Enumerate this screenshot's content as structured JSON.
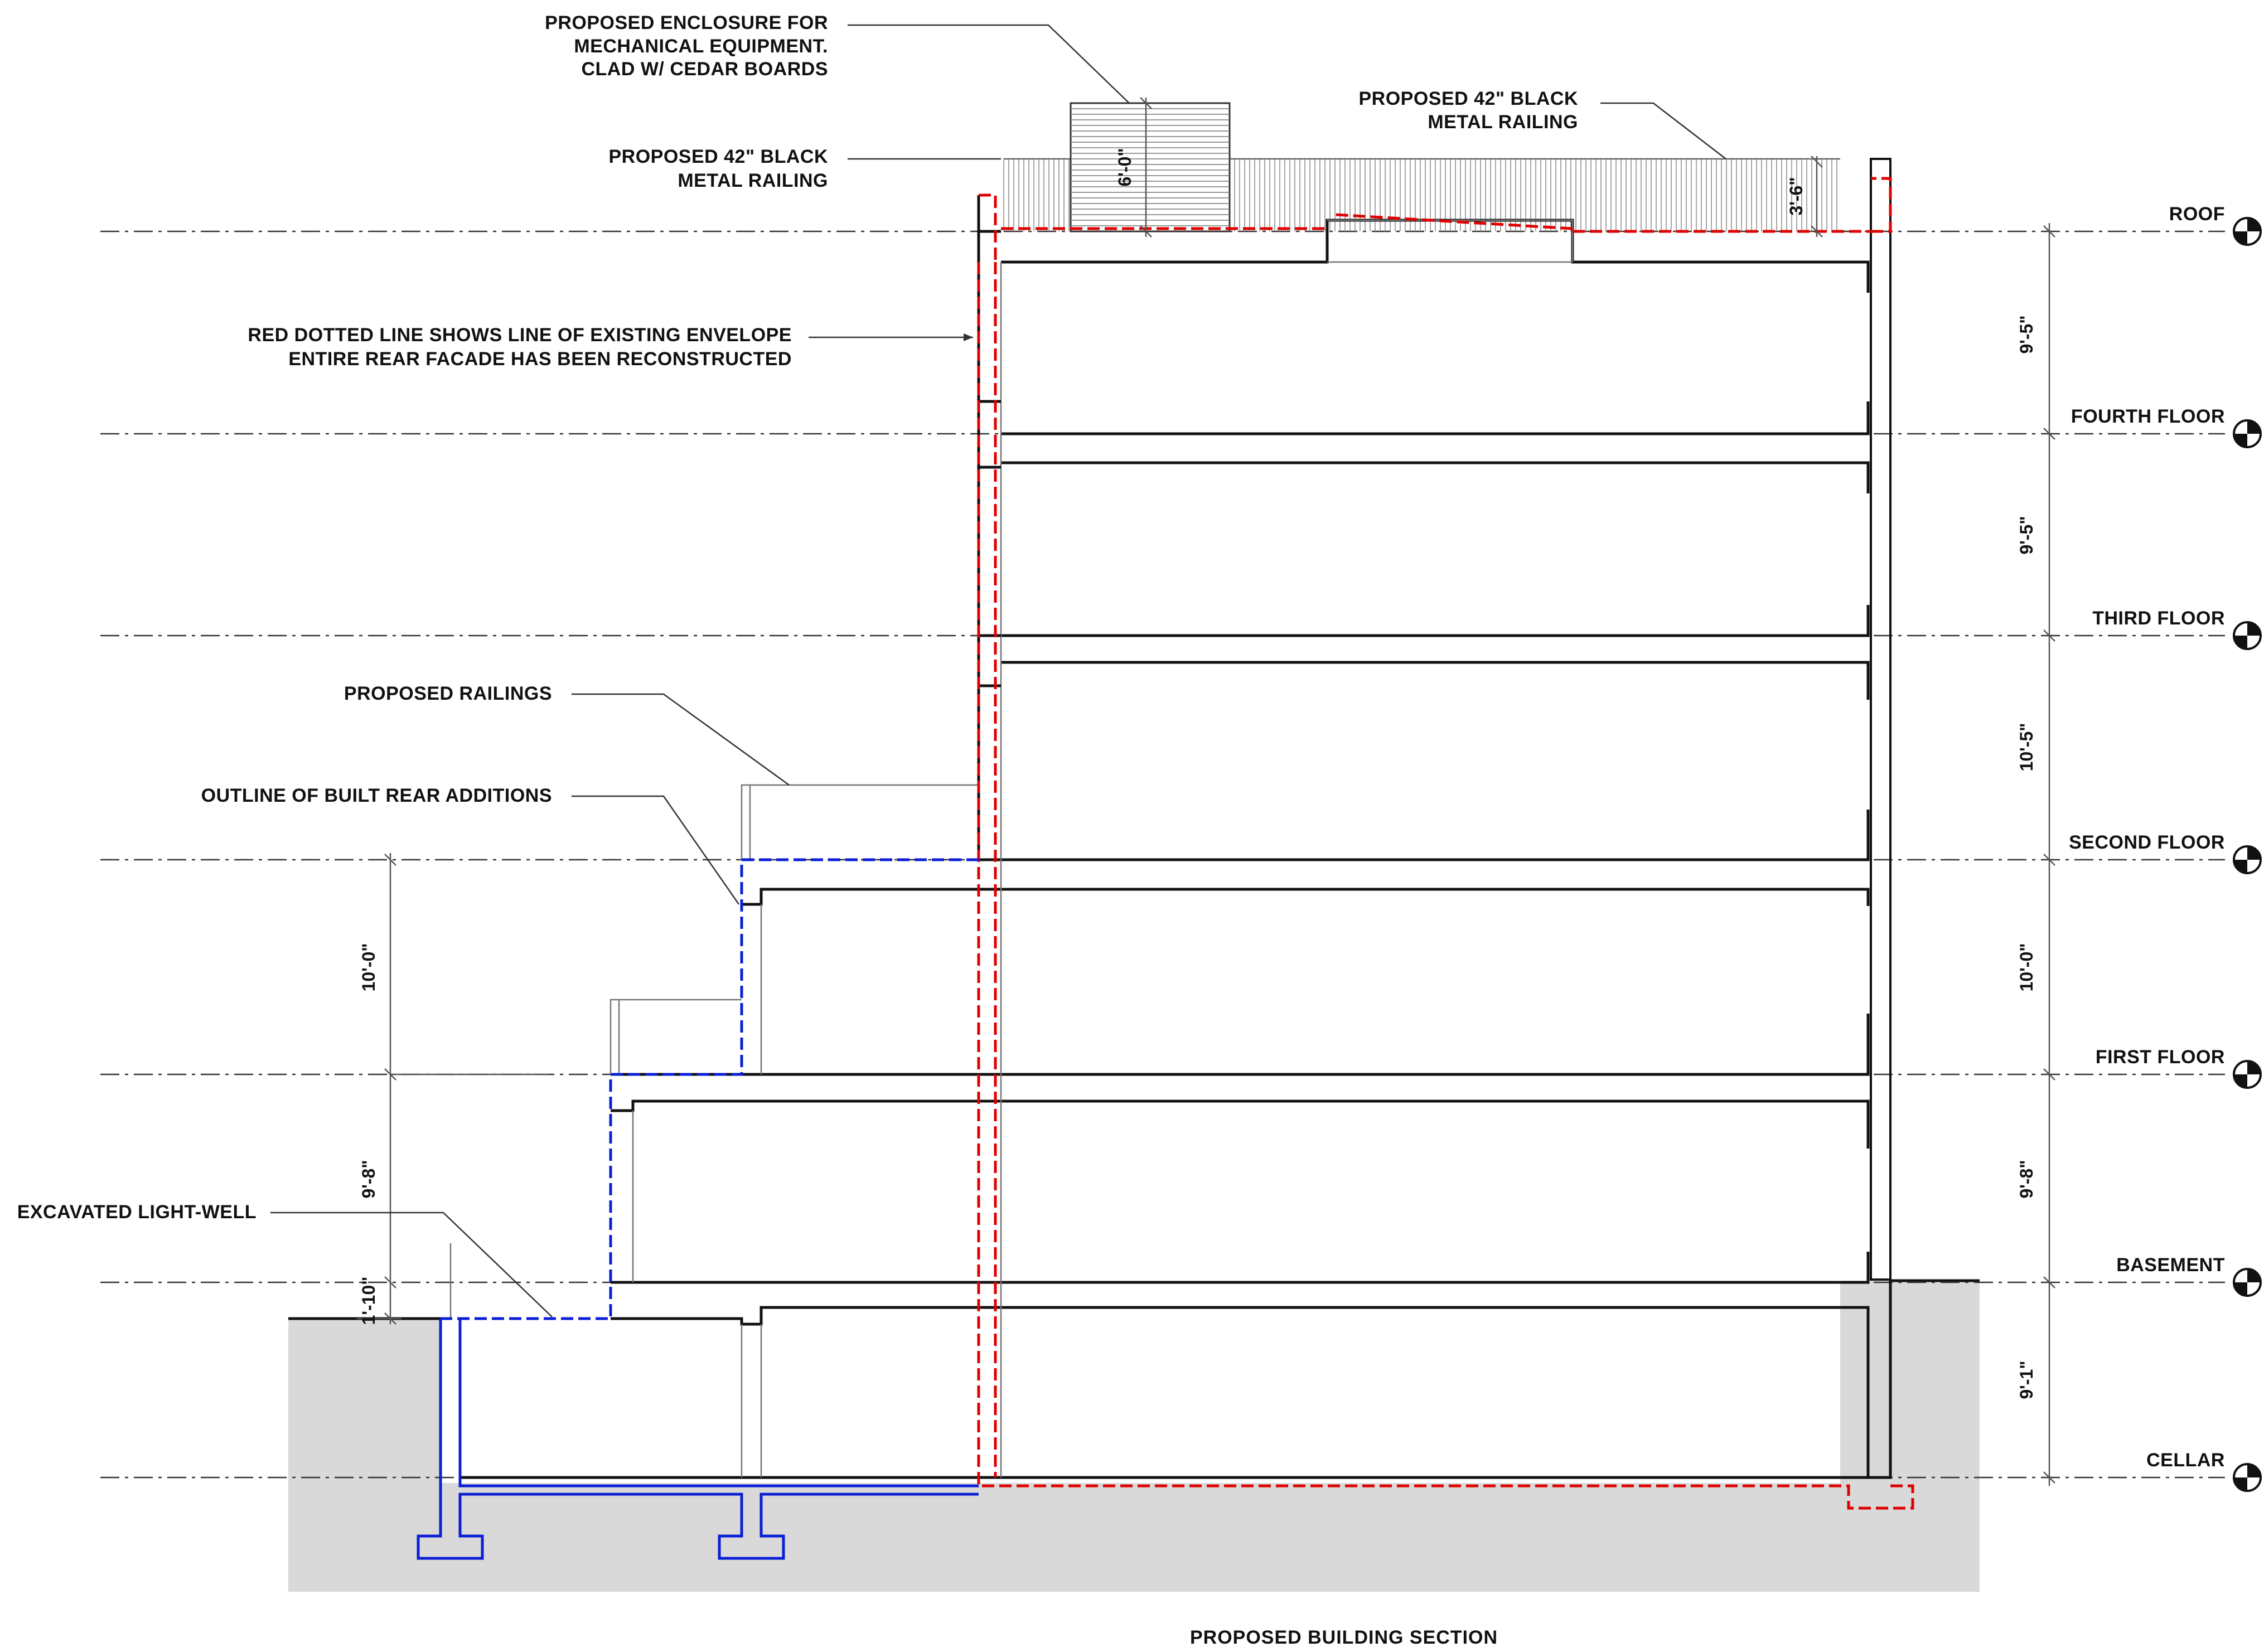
{
  "title": "PROPOSED BUILDING SECTION",
  "levels": [
    {
      "name": "ROOF"
    },
    {
      "name": "FOURTH FLOOR"
    },
    {
      "name": "THIRD FLOOR"
    },
    {
      "name": "SECOND FLOOR"
    },
    {
      "name": "FIRST FLOOR"
    },
    {
      "name": "BASEMENT"
    },
    {
      "name": "CELLAR"
    }
  ],
  "dimensions_right": [
    "9'-5\"",
    "9'-5\"",
    "10'-5\"",
    "10'-0\"",
    "9'-8\"",
    "9'-1\""
  ],
  "dimensions_left": [
    "10'-0\"",
    "9'-8\"",
    "1'-10\""
  ],
  "dimensions_roof": {
    "enclosure": "6'-0\"",
    "railing": "3'-6\""
  },
  "notes": {
    "enclosure": [
      "PROPOSED ENCLOSURE FOR",
      "MECHANICAL EQUIPMENT.",
      "CLAD W/ CEDAR BOARDS"
    ],
    "railing_left": [
      "PROPOSED 42\" BLACK",
      "METAL RAILING"
    ],
    "railing_right": [
      "PROPOSED 42\" BLACK",
      "METAL RAILING"
    ],
    "envelope": [
      "RED DOTTED LINE SHOWS LINE OF EXISTING ENVELOPE",
      "ENTIRE REAR FACADE HAS BEEN RECONSTRUCTED"
    ],
    "railings": "PROPOSED RAILINGS",
    "additions": "OUTLINE OF BUILT REAR ADDITIONS",
    "lightwell": "EXCAVATED LIGHT-WELL"
  },
  "colors": {
    "existing_envelope": "#e00000",
    "rear_additions": "#0a1fd6",
    "ground": "#d9d9d9"
  }
}
